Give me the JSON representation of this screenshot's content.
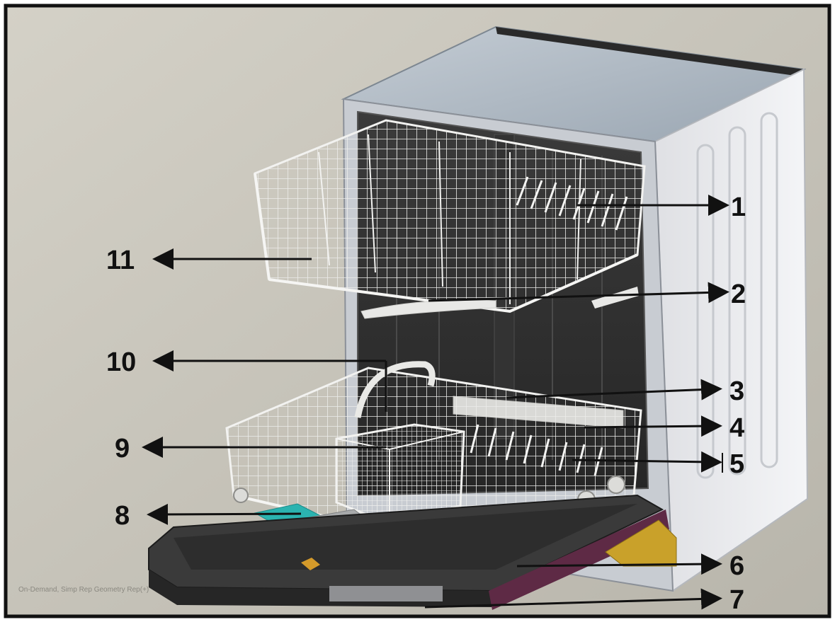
{
  "callouts": [
    {
      "number": "1",
      "direction": "right"
    },
    {
      "number": "2",
      "direction": "right"
    },
    {
      "number": "3",
      "direction": "right"
    },
    {
      "number": "4",
      "direction": "right"
    },
    {
      "number": "5",
      "direction": "right"
    },
    {
      "number": "6",
      "direction": "right"
    },
    {
      "number": "7",
      "direction": "right"
    },
    {
      "number": "8",
      "direction": "left"
    },
    {
      "number": "9",
      "direction": "left"
    },
    {
      "number": "10",
      "direction": "left"
    },
    {
      "number": "11",
      "direction": "left"
    }
  ],
  "footer_text": "On-Demand, Simp Rep Geometry Rep(+)",
  "colors": {
    "background": "#c8c5bb",
    "tub_interior": "#2e2e2e",
    "rack_wire": "#e9e9e6",
    "cabinet_side": "#ecedf0",
    "door": "#3a3a3a",
    "detergent_dispenser": "#2bb3b0",
    "mount_bracket": "#c9a12a",
    "door_seal": "#5e2a45",
    "arrow": "#111111"
  }
}
